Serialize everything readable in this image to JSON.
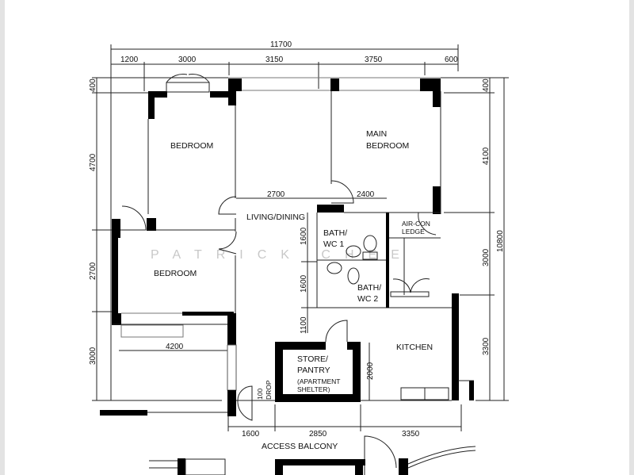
{
  "plan": {
    "watermark": "PATRICK CHEE",
    "rooms": {
      "bedroom_1": "BEDROOM",
      "main_bedroom_line1": "MAIN",
      "main_bedroom_line2": "BEDROOM",
      "living_dining": "LIVING/DINING",
      "bedroom_2": "BEDROOM",
      "bath1_line1": "BATH/",
      "bath1_line2": "WC 1",
      "bath2_line1": "BATH/",
      "bath2_line2": "WC 2",
      "aircon_line1": "AIR-CON",
      "aircon_line2": "LEDGE",
      "kitchen": "KITCHEN",
      "store_line1": "STORE/",
      "store_line2": "PANTRY",
      "store_line3": "(APARTMENT",
      "store_line4": "SHELTER)",
      "drop_line1": "100",
      "drop_line2": "DROP",
      "access_balcony": "ACCESS BALCONY"
    },
    "dimensions": {
      "top_total": "11700",
      "top": [
        "1200",
        "3000",
        "3150",
        "3750",
        "600"
      ],
      "left": [
        "400",
        "4700",
        "2700",
        "3000"
      ],
      "right": [
        "400",
        "4100",
        "3000",
        "3300"
      ],
      "right_total": "10800",
      "middle": [
        "2700",
        "2400"
      ],
      "bath_column": [
        "1600",
        "1600",
        "1100"
      ],
      "store_height": "2000",
      "bedroom2_bay": "4200",
      "bottom": [
        "1600",
        "2850",
        "3350"
      ]
    }
  }
}
